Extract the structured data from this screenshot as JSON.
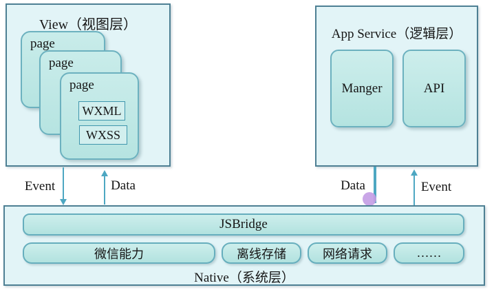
{
  "view_layer": {
    "title": "View（视图层）",
    "pages": [
      {
        "label": "page"
      },
      {
        "label": "page"
      },
      {
        "label": "page",
        "children": [
          {
            "label": "WXML"
          },
          {
            "label": "WXSS"
          }
        ]
      }
    ]
  },
  "app_service": {
    "title": "App Service（逻辑层）",
    "modules": [
      {
        "label": "Manger"
      },
      {
        "label": "API"
      }
    ]
  },
  "connections": {
    "left": [
      {
        "label": "Event",
        "direction": "down"
      },
      {
        "label": "Data",
        "direction": "up"
      }
    ],
    "right": [
      {
        "label": "Data",
        "direction": "down",
        "marker": "purple-dot"
      },
      {
        "label": "Event",
        "direction": "up"
      }
    ]
  },
  "native_layer": {
    "bridge_label": "JSBridge",
    "capabilities": [
      {
        "label": "微信能力"
      },
      {
        "label": "离线存储"
      },
      {
        "label": "网络请求"
      },
      {
        "label": "……"
      }
    ],
    "title": "Native（系统层）"
  },
  "colors": {
    "background": "#ffffff",
    "layer_box_fill": "#e2f4f7",
    "layer_box_border": "#4d7f93",
    "card_fill": "#bfe7e5",
    "card_border": "#6cb1bf",
    "arrow": "#4da7c2",
    "dot_marker": "#c49ee5"
  }
}
